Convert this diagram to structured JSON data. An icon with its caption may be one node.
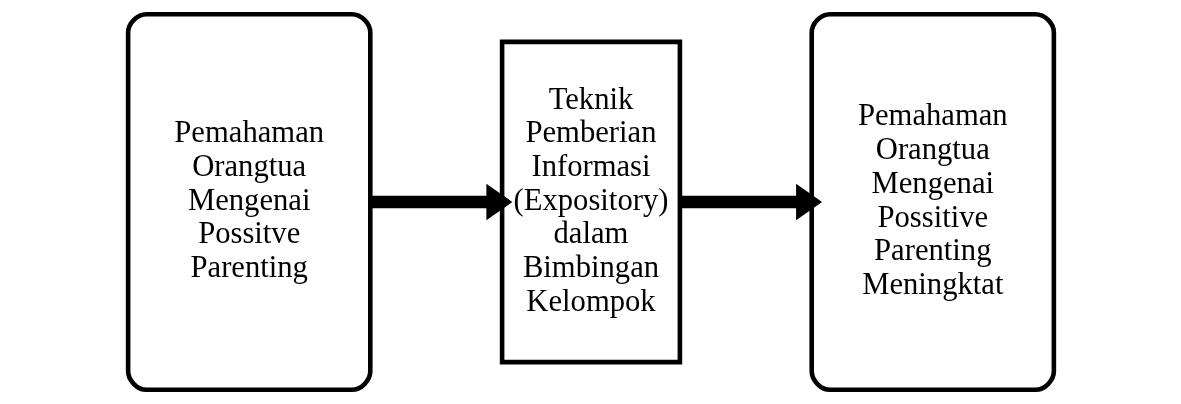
{
  "diagram": {
    "nodes": [
      {
        "text": [
          "Pemahaman Orangtua Mengenai Possitve Parenting"
        ]
      },
      {
        "text": [
          "Teknik Pemberian Informasi (Expository) dalam Bimbingan Kelompok"
        ]
      },
      {
        "text": [
          "Pemahaman Orangtua Mengenai Possitive Parenting Meningktat"
        ]
      }
    ],
    "edges": [
      {
        "from": 0,
        "to": 1,
        "arrow": "to"
      },
      {
        "from": 1,
        "to": 2,
        "arrow": "to"
      }
    ]
  }
}
